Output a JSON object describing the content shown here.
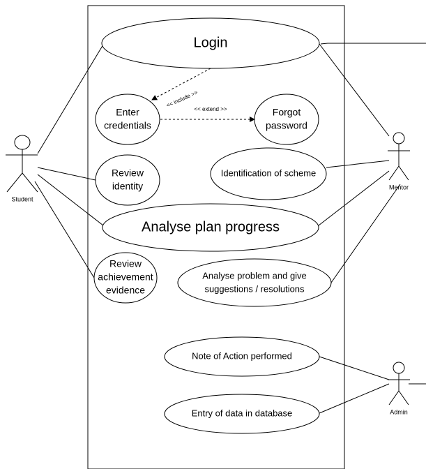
{
  "actors": {
    "student": "Student",
    "mentor": "Mentor",
    "admin": "Admin"
  },
  "use_cases": {
    "login": "Login",
    "enter_credentials": [
      "Enter",
      "credentials"
    ],
    "forgot_password": [
      "Forgot",
      "password"
    ],
    "review_identity": [
      "Review",
      "identity"
    ],
    "identification_scheme": "Identification of scheme",
    "analyse_plan_progress": "Analyse plan progress",
    "review_achievement": [
      "Review",
      "achievement",
      "evidence"
    ],
    "analyse_problem": [
      "Analyse problem and give",
      "suggestions / resolutions"
    ],
    "note_action": "Note of Action performed",
    "entry_data": "Entry of data in database"
  },
  "relations": {
    "include": "<< include >>",
    "extend": "<< extend >>"
  },
  "colors": {
    "line": "#000000",
    "background": "#ffffff"
  }
}
